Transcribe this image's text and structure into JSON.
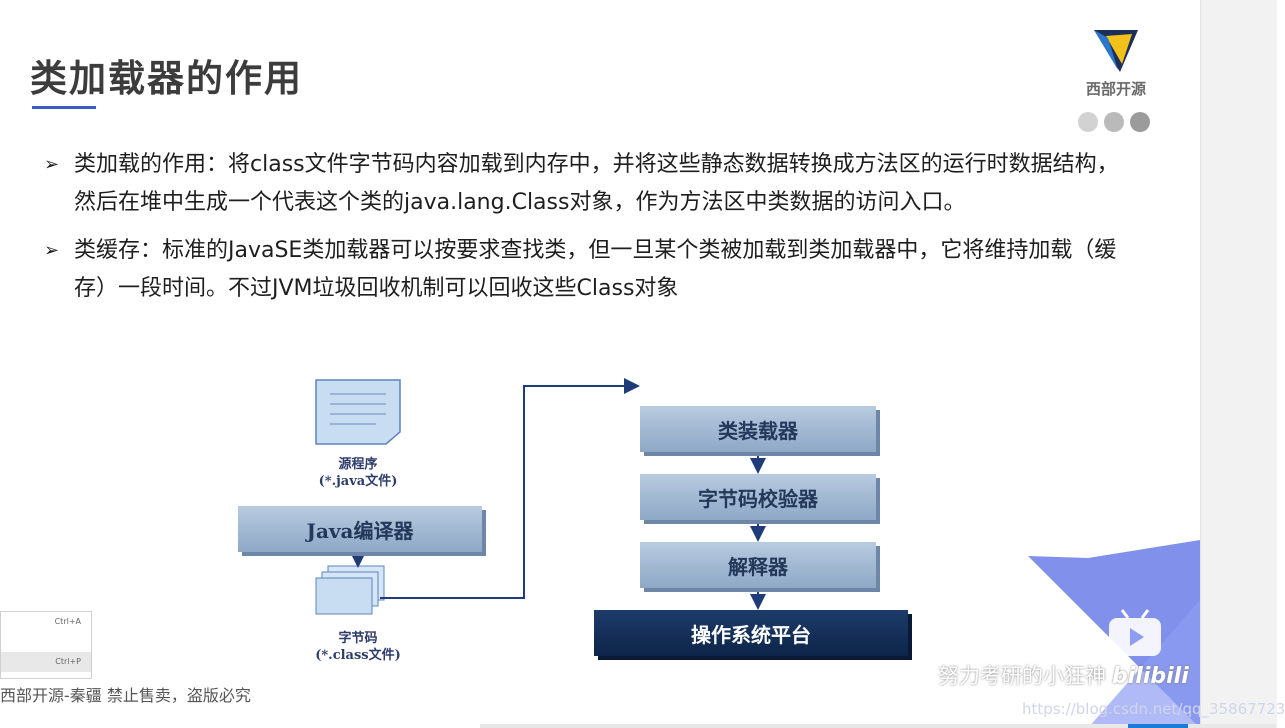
{
  "slide": {
    "title": "类加载器的作用",
    "logo_text": "西部开源",
    "bullets": [
      "类加载的作用：将class文件字节码内容加载到内存中，并将这些静态数据转换成方法区的运行时数据结构，然后在堆中生成一个代表这个类的java.lang.Class对象，作为方法区中类数据的访问入口。",
      "类缓存：标准的JavaSE类加载器可以按要求查找类，但一旦某个类被加载到类加载器中，它将维持加载（缓存）一段时间。不过JVM垃圾回收机制可以回收这些Class对象"
    ]
  },
  "diagram": {
    "source_label": "源程序",
    "source_sub": "(*.java文件)",
    "compiler": "Java编译器",
    "bytecode_label": "字节码",
    "bytecode_sub": "(*.class文件)",
    "class_loader": "类装载器",
    "verifier": "字节码校验器",
    "interpreter": "解释器",
    "os_platform": "操作系统平台"
  },
  "footer": {
    "text": "西部开源-秦疆    禁止售卖，盗版必究"
  },
  "context_menu": {
    "shortcut_1": "Ctrl+A",
    "shortcut_2": "Ctrl+P"
  },
  "overlay": {
    "watermark": "努力考研的小狂神",
    "bili": "bilibili",
    "url": "https://blog.csdn.net/qq_35867723"
  },
  "colors": {
    "accent": "#3f5bc7",
    "dot_1": "#cccccc",
    "dot_2": "#b8b8b8",
    "dot_3": "#9a9a9a",
    "diagram_bar": "#8ea8c6",
    "diagram_dark": "#0d2548",
    "corner_blue": "#6b7ee8"
  }
}
